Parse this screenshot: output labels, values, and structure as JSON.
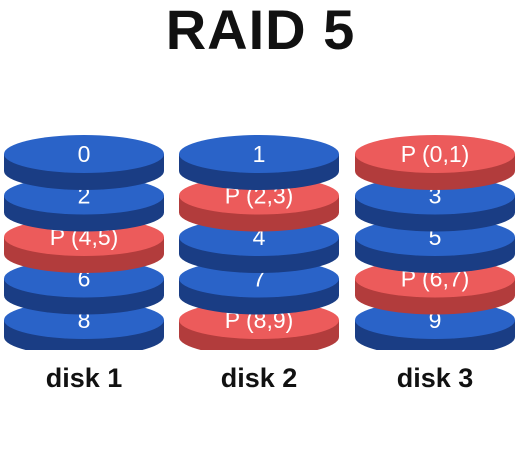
{
  "title": "RAID 5",
  "colors": {
    "data_top": "#2a63c8",
    "data_side": "#1a3d84",
    "parity_top": "#ec5b5b",
    "parity_side": "#b23c3c"
  },
  "disks": [
    {
      "label": "disk 1",
      "blocks": [
        {
          "text": "0",
          "kind": "data"
        },
        {
          "text": "2",
          "kind": "data"
        },
        {
          "text": "P (4,5)",
          "kind": "parity"
        },
        {
          "text": "6",
          "kind": "data"
        },
        {
          "text": "8",
          "kind": "data"
        }
      ]
    },
    {
      "label": "disk 2",
      "blocks": [
        {
          "text": "1",
          "kind": "data"
        },
        {
          "text": "P (2,3)",
          "kind": "parity"
        },
        {
          "text": "4",
          "kind": "data"
        },
        {
          "text": "7",
          "kind": "data"
        },
        {
          "text": "P (8,9)",
          "kind": "parity"
        }
      ]
    },
    {
      "label": "disk 3",
      "blocks": [
        {
          "text": "P (0,1)",
          "kind": "parity"
        },
        {
          "text": "3",
          "kind": "data"
        },
        {
          "text": "5",
          "kind": "data"
        },
        {
          "text": "P (6,7)",
          "kind": "parity"
        },
        {
          "text": "9",
          "kind": "data"
        }
      ]
    }
  ]
}
